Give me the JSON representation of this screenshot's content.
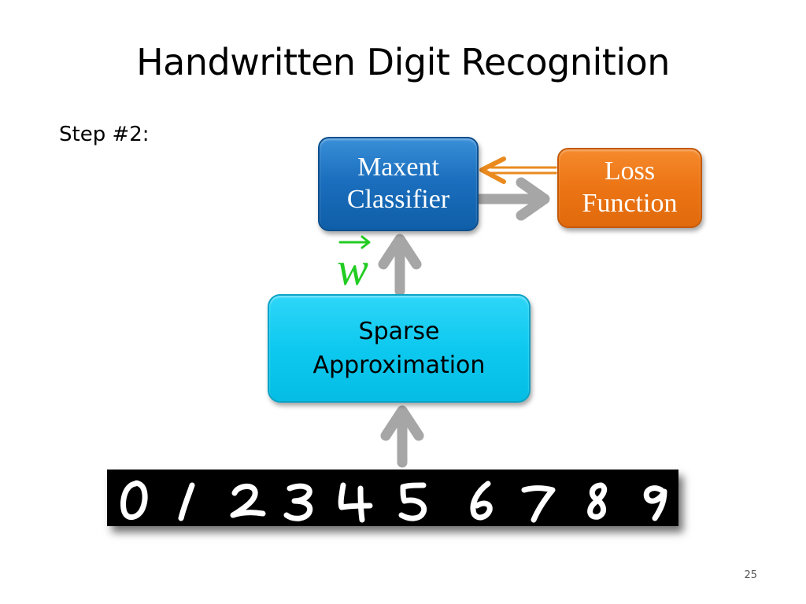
{
  "slide": {
    "title": "Handwritten Digit Recognition",
    "step_label": "Step #2:",
    "page_number": "25"
  },
  "diagram": {
    "nodes": {
      "maxent": {
        "line1": "Maxent",
        "line2": "Classifier",
        "color": "#1b6fbe"
      },
      "loss": {
        "line1": "Loss",
        "line2": "Function",
        "color": "#ec7414"
      },
      "sparse": {
        "line1": "Sparse",
        "line2": "Approximation",
        "color": "#0ec9ef"
      }
    },
    "edge_label_w": "w",
    "edge_label_color": "#22cc22",
    "arrow_color": "#a6a6a6",
    "feedback_arrow_color": "#ea8a1e"
  },
  "digits_image": {
    "digits": [
      "0",
      "1",
      "2",
      "3",
      "4",
      "5",
      "6",
      "7",
      "8",
      "9"
    ]
  }
}
